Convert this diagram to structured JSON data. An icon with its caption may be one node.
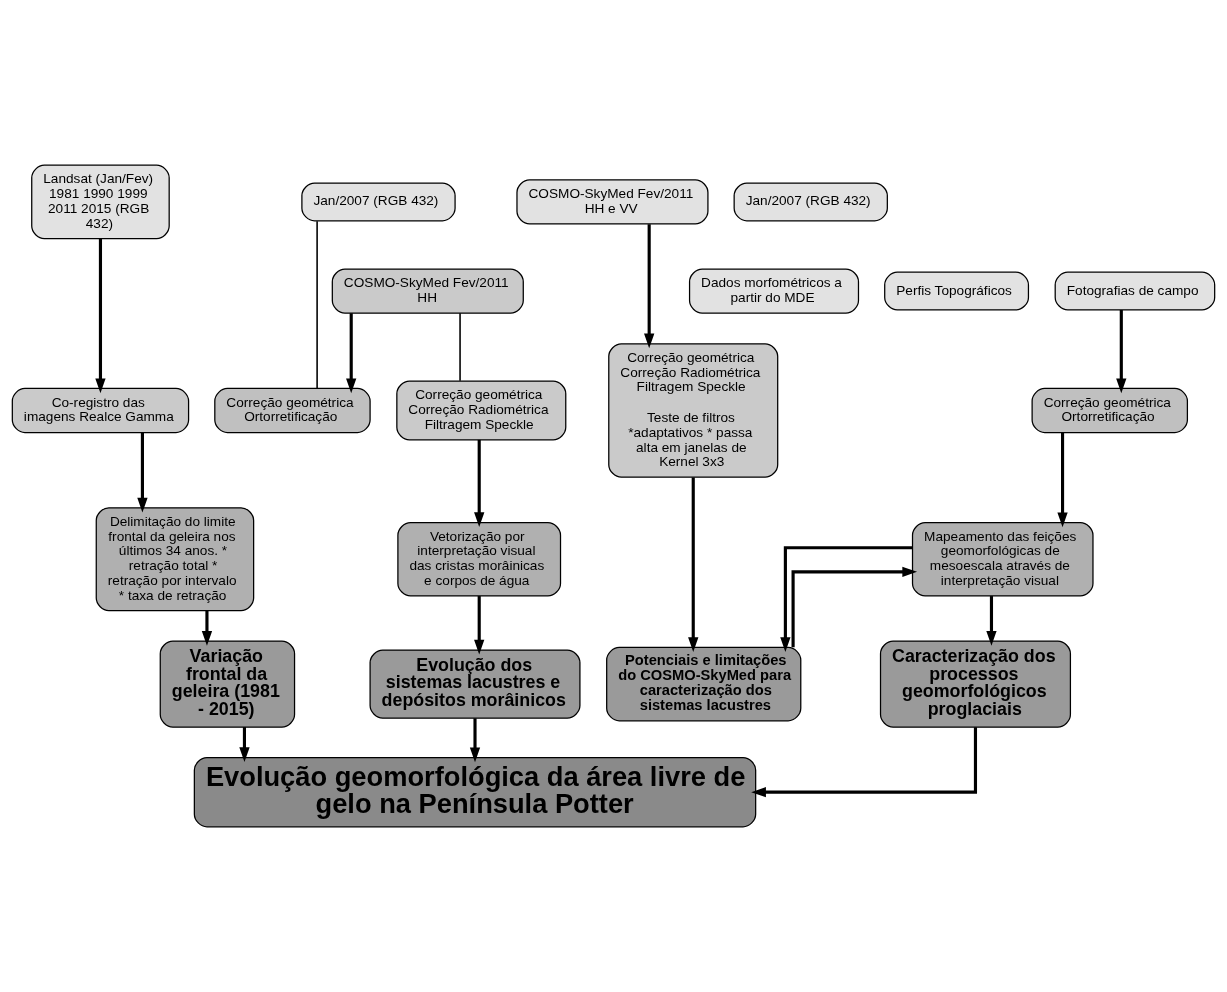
{
  "diagram": {
    "nodes": [
      {
        "text": [
          "Landsat (Jan/Fev) 1981 1990 1999 2011 2015 (RGB 432)"
        ]
      },
      {
        "text": [
          "Co-registro das imagens Realce Gamma"
        ]
      },
      {
        "text": [
          "Delimitação do limite frontal da geleira nos últimos 34 anos. * retração total * retração por intervalo * taxa de retração"
        ]
      },
      {
        "text": [
          "Variação frontal da geleira (1981 - 2015)"
        ]
      },
      {
        "text": [
          "Jan/2007 (RGB 432)"
        ]
      },
      {
        "text": [
          "COSMO-SkyMed Fev/2011 HH"
        ]
      },
      {
        "text": [
          "Correção geométrica Ortorretificação"
        ]
      },
      {
        "text": [
          "Correção geométrica Correção Radiométrica Filtragem Speckle"
        ]
      },
      {
        "text": [
          "Vetorização por interpretação visual das cristas morâinicas e corpos de água"
        ]
      },
      {
        "text": [
          "Evolução dos sistemas lacustres e depósitos morâinicos"
        ]
      },
      {
        "text": [
          "Jan/2007 (RGB 432)"
        ]
      },
      {
        "text": [
          "Dados morfométricos a partir do MDE"
        ]
      },
      {
        "text": [
          "Perfis Topográficos"
        ]
      },
      {
        "text": [
          "Fotografias de campo"
        ]
      },
      {
        "text": [
          "Correção geométrica Ortorretificação"
        ]
      },
      {
        "text": [
          "Mapeamento das feições geomorfológicas de mesoescala através de interpretação visual"
        ]
      },
      {
        "text": [
          "Caracterização dos processos geomorfológicos proglaciais"
        ]
      },
      {
        "text": [
          "COSMO-SkyMed Fev/2011 HH e VV"
        ]
      },
      {
        "text": [
          "Correção geométrica Correção Radiométrica Filtragem Speckle",
          "Teste de filtros *adaptativos * passa alta em janelas de Kernel 3x3"
        ]
      },
      {
        "text": [
          "Potenciais e limitações do COSMO-SkyMed para caracterização dos sistemas lacustres"
        ]
      },
      {
        "text": [
          "Evolução geomorfológica da área livre de gelo na Península Potter"
        ]
      }
    ],
    "edges": [
      {
        "from": 0,
        "to": 1,
        "arrow": "to"
      },
      {
        "from": 1,
        "to": 2,
        "arrow": "to"
      },
      {
        "from": 2,
        "to": 3,
        "arrow": "to"
      },
      {
        "from": 3,
        "to": 20,
        "arrow": "to"
      },
      {
        "from": 4,
        "to": 6,
        "arrow": "none"
      },
      {
        "from": 5,
        "to": 6,
        "arrow": "to"
      },
      {
        "from": 5,
        "to": 7,
        "arrow": "none"
      },
      {
        "from": 7,
        "to": 8,
        "arrow": "to"
      },
      {
        "from": 8,
        "to": 9,
        "arrow": "to"
      },
      {
        "from": 9,
        "to": 20,
        "arrow": "to"
      },
      {
        "from": 13,
        "to": 14,
        "arrow": "to"
      },
      {
        "from": 14,
        "to": 15,
        "arrow": "to"
      },
      {
        "from": 15,
        "to": 16,
        "arrow": "to"
      },
      {
        "from": 16,
        "to": 20,
        "arrow": "to"
      },
      {
        "from": 17,
        "to": 18,
        "arrow": "to"
      },
      {
        "from": 18,
        "to": 19,
        "arrow": "to"
      },
      {
        "from": 15,
        "to": 19,
        "arrow": "to"
      },
      {
        "from": 19,
        "to": 15,
        "arrow": "to"
      }
    ]
  }
}
